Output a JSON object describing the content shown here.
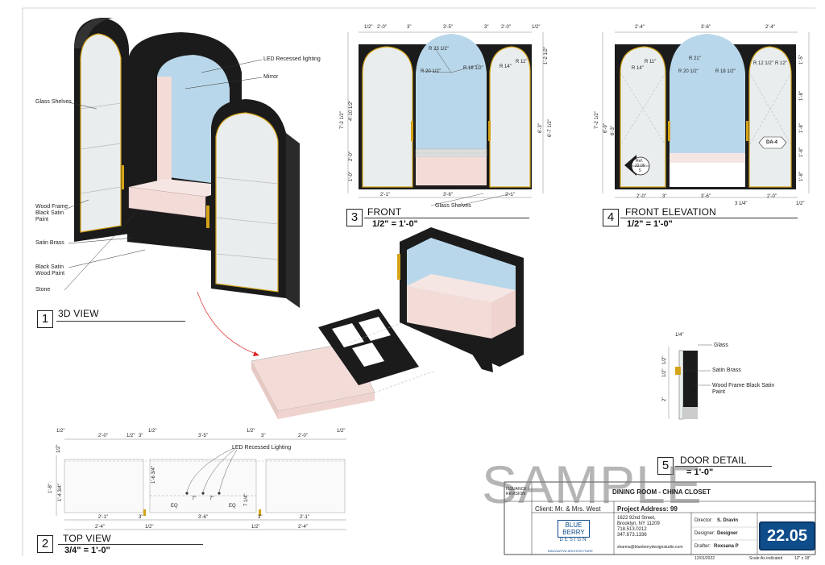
{
  "view1": {
    "num": "1",
    "name": "3D VIEW"
  },
  "view2": {
    "num": "2",
    "name": "TOP VIEW",
    "scale": "3/4\" = 1'-0\""
  },
  "view3": {
    "num": "3",
    "name": "FRONT",
    "scale": "1/2\" = 1'-0\""
  },
  "view4": {
    "num": "4",
    "name": "FRONT ELEVATION",
    "scale": "1/2\" = 1'-0\""
  },
  "view5": {
    "num": "5",
    "name": "DOOR DETAIL",
    "scale": "= 1'-0\""
  },
  "labels3d": {
    "led": "LED Recessed lighting",
    "mirror": "Mirror",
    "glass_shelves": "Glass Shelves",
    "wood_frame": "Wood Frame Black Satin Paint",
    "satin_brass": "Satin Brass",
    "black_satin": "Black Satin Wood Paint",
    "stone": "Stone"
  },
  "front_labels": {
    "glass_shelves": "Glass Shelves",
    "r1": "R 23 1/2\"",
    "r2": "R 20 1/2\"",
    "r3": "R 18 1/2\"",
    "r4": "R 14\"",
    "r5": "R 11\""
  },
  "front_dims_top": [
    "1/2\"",
    "2'-0\"",
    "3\"",
    "3'-5\"",
    "3\"",
    "2'-0\"",
    "1/2\""
  ],
  "front_dims_bottom": [
    "2'-1\"",
    "3'-6\"",
    "2'-1\""
  ],
  "front_dims_left": [
    "4'-10 1/2\"",
    "7'-2 1/2\"",
    "2'-0\"",
    "1'-0\""
  ],
  "front_dims_right": [
    "1'-2 1/2\"",
    "6'-3\"",
    "6'-7 1/2\""
  ],
  "elev_labels": {
    "r1": "R 21\"",
    "r2": "R 20 1/2\"",
    "r3": "R 18 1/2\"",
    "r4": "R 14\"",
    "r5": "R 11\"",
    "r6": "R 12 1/2\"",
    "r7": "R 12\"",
    "tag": "DA-4",
    "ref_a": "Ref.",
    "ref_b": "22.05",
    "ref_c": "5"
  },
  "elev_dims_top": [
    "2'-4\"",
    "3'-6\"",
    "2'-4\""
  ],
  "elev_dims_bottom": [
    "2'-0\"",
    "3\"",
    "3'-6\"",
    "3 1/4\"",
    "2'-0\"",
    "1/2\""
  ],
  "elev_dims_left": [
    "7'-2 1/2\"",
    "6'-9\"",
    "6'-3\""
  ],
  "elev_dims_right": [
    "1'-5\"",
    "1'-8\"",
    "1'-8\"",
    "1'-8\"",
    "1'-8\""
  ],
  "top_labels": {
    "led": "LED Recessed Lighting",
    "eq1": "EQ",
    "eq2": "EQ",
    "d7a": "7\"",
    "d7b": "7\"",
    "d714": "7 1/4\""
  },
  "top_dims_top": [
    "1/2\"",
    "2'-0\"",
    "1/2\"",
    "3\"",
    "1/2\"",
    "3'-5\"",
    "1/2\"",
    "3\"",
    "2'-0\"",
    "1/2\""
  ],
  "top_dims_bottom": [
    "2'-1\"",
    "3\"",
    "3'-6\"",
    "3\"",
    "2'-1\""
  ],
  "top_dims_bottom2": [
    "2'-4\"",
    "1/2\"",
    "1/2\"",
    "2'-4\""
  ],
  "top_dims_left": [
    "1'-8\"",
    "1'-4 3/4\"",
    "1'-6 3/4\"",
    "1/2\""
  ],
  "door_detail": {
    "glass": "Glass",
    "satin_brass": "Satin Brass",
    "wood_frame": "Wood Frame Black Satin Paint",
    "d1": "1/4\"",
    "d2": "1/2\"",
    "d3": "1/2\"",
    "d4": "2\""
  },
  "title_block": {
    "watermark": "SAMPLE",
    "issuance": "ISSUANCE / REVISION",
    "project_title": "DINING ROOM - CHINA CLOSET",
    "client": "Client: Mr. & Mrs. West",
    "project_label": "Project Address: 99",
    "address_lines": [
      "1622 92nd Street,",
      "Brooklyn, NY 11209",
      "718.513.0212",
      "347.673.1336"
    ],
    "email": "sharma@blueberrydesignstudio.com",
    "director_label": "Director:",
    "director": "S. Dravin",
    "designer_label": "Designer:",
    "designer": "Designer",
    "drafter_label": "Drafter:",
    "drafter": "Roxsana P",
    "date": "12/01/2022",
    "scale_label": "Scale:",
    "scale": "As indicated",
    "size": "12\" x 18\"",
    "sheet": "22.05",
    "logo_a": "BLUE",
    "logo_b": "BERRY",
    "logo_c": "DESIGN",
    "logo_tag": "INNOVATIVE ARCHITECTURE"
  },
  "colors": {
    "black": "#1b1b1b",
    "brass": "#d4a317",
    "mirror": "#b9d7ea",
    "glass": "#e9edee",
    "stone": "#f3dcd8",
    "blue": "#0f4c8a"
  }
}
